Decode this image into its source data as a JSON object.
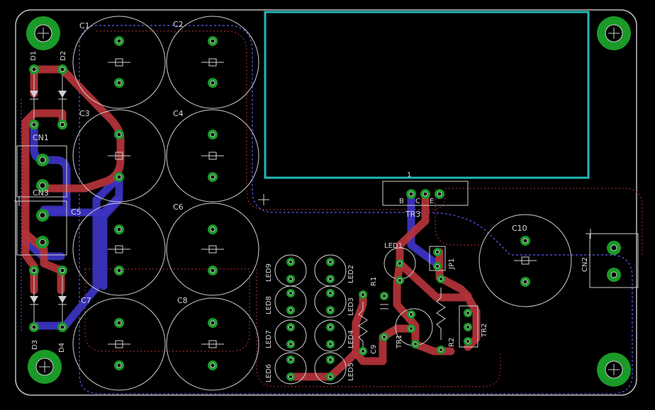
{
  "components": {
    "cap_large": [
      "C1",
      "C2",
      "C3",
      "C4",
      "C5",
      "C6",
      "C7",
      "C8"
    ],
    "cap_c10": "C10",
    "diodes": [
      "D1",
      "D2",
      "D3",
      "D4"
    ],
    "connectors": [
      "CN1",
      "CN2",
      "CN3"
    ],
    "leds": [
      "LED1",
      "LED2",
      "LED3",
      "LED4",
      "LED5",
      "LED6",
      "LED7",
      "LED8",
      "LED9"
    ],
    "resistors": [
      "R1",
      "R2"
    ],
    "cap_c9": "C9",
    "jumper": "JP1",
    "transistors": [
      "TR1",
      "TR2",
      "TR3"
    ],
    "tr3_pins": [
      "B",
      "C",
      "E"
    ],
    "module_pin": "1"
  },
  "colors": {
    "board_outline": "#bdbdbd",
    "silkscreen": "#cfcfcf",
    "pad": "#1a9a28",
    "top_copper": "#b5333a",
    "bottom_copper": "#3d34c4",
    "module_outline": "#1fb8b8",
    "keepout_red": "#9a2a2a",
    "keepout_blue": "#4a4ad0"
  }
}
